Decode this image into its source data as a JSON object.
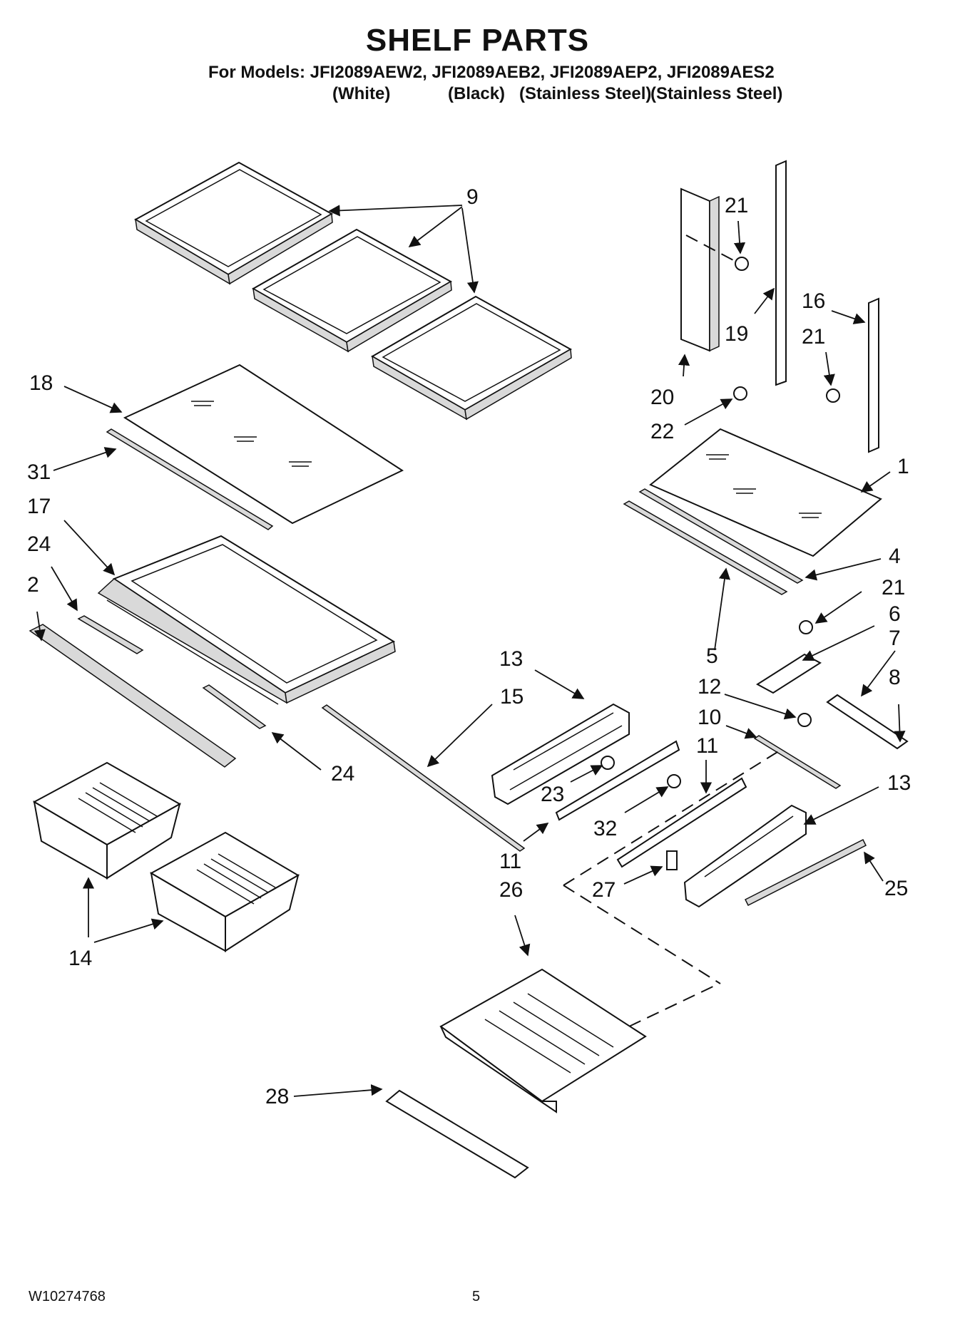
{
  "header": {
    "title": "SHELF PARTS",
    "models_line": "For Models: JFI2089AEW2, JFI2089AEB2, JFI2089AEP2, JFI2089AES2",
    "finishes": [
      "(White)",
      "(Black)",
      "(Stainless Steel)",
      "(Stainless Steel)"
    ]
  },
  "footer": {
    "doc_number": "W10274768",
    "page_number": "5"
  },
  "callouts": {
    "c1": "1",
    "c2": "2",
    "c4": "4",
    "c5": "5",
    "c6": "6",
    "c7": "7",
    "c8": "8",
    "c9": "9",
    "c10": "10",
    "c11a": "11",
    "c11b": "11",
    "c12": "12",
    "c13a": "13",
    "c13b": "13",
    "c14": "14",
    "c15": "15",
    "c16": "16",
    "c17": "17",
    "c18": "18",
    "c19": "19",
    "c20": "20",
    "c21a": "21",
    "c21b": "21",
    "c21c": "21",
    "c22": "22",
    "c23": "23",
    "c24a": "24",
    "c24b": "24",
    "c25": "25",
    "c26": "26",
    "c27": "27",
    "c28": "28",
    "c31": "31",
    "c32": "32"
  },
  "icons": {
    "arrowhead": "arrow-head-icon",
    "screw": "screw-icon"
  }
}
